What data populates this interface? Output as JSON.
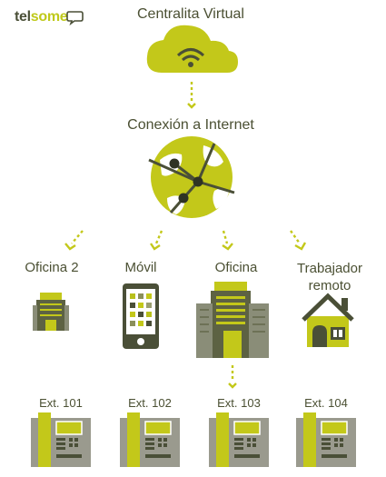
{
  "brand": {
    "part1": "tel",
    "part2": "some",
    "icon": "speech-bubble-icon"
  },
  "nodes": {
    "pbx": "Centralita Virtual",
    "internet": "Conexión a Internet",
    "office2": "Oficina 2",
    "mobile": "Móvil",
    "office": "Oficina",
    "remote": "Trabajador\nremoto"
  },
  "extensions": [
    "Ext. 101",
    "Ext. 102",
    "Ext. 103",
    "Ext. 104"
  ],
  "icons": [
    "cloud-wifi-icon",
    "globe-network-icon",
    "small-building-icon",
    "smartphone-icon",
    "office-building-icon",
    "house-icon",
    "desk-phone-icon"
  ],
  "colors": {
    "accent": "#c3c81a",
    "dark": "#4a4f37",
    "grey": "#9a9a8e",
    "text": "#4b5033"
  }
}
